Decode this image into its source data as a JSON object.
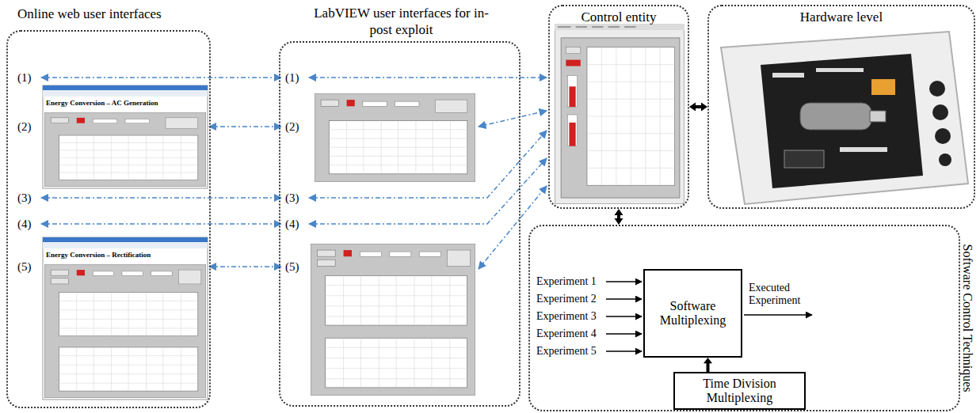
{
  "diagram": {
    "nodes": [
      {
        "text": [
          "Online web user interfaces"
        ]
      },
      {
        "text": [
          "LabVIEW user interfaces for in-post exploit"
        ]
      },
      {
        "text": [
          "Control entity"
        ]
      },
      {
        "text": [
          "Hardware level"
        ]
      },
      {
        "text": [
          "Software Control Techniques"
        ]
      },
      {
        "text": [
          "Software Multiplexing"
        ],
        "in": 4
      },
      {
        "text": [
          "Time Division Multiplexing"
        ],
        "in": 4
      }
    ],
    "edges": [
      {
        "from": 2,
        "to": 3,
        "arrow": "both"
      },
      {
        "from": 2,
        "to": 4,
        "arrow": "both"
      },
      {
        "from": 6,
        "to": 5,
        "arrow": "to"
      }
    ],
    "labels": [
      "(1)",
      "(2)",
      "(3)",
      "(4)",
      "(5)",
      "Energy Conversion – AC Generation",
      "Energy Conversion – Rectification",
      "(1)",
      "(2)",
      "(3)",
      "(4)",
      "(5)",
      "Experiment 1",
      "Experiment 2",
      "Experiment 3",
      "Experiment 4",
      "Experiment 5",
      "Executed Experiment"
    ]
  }
}
